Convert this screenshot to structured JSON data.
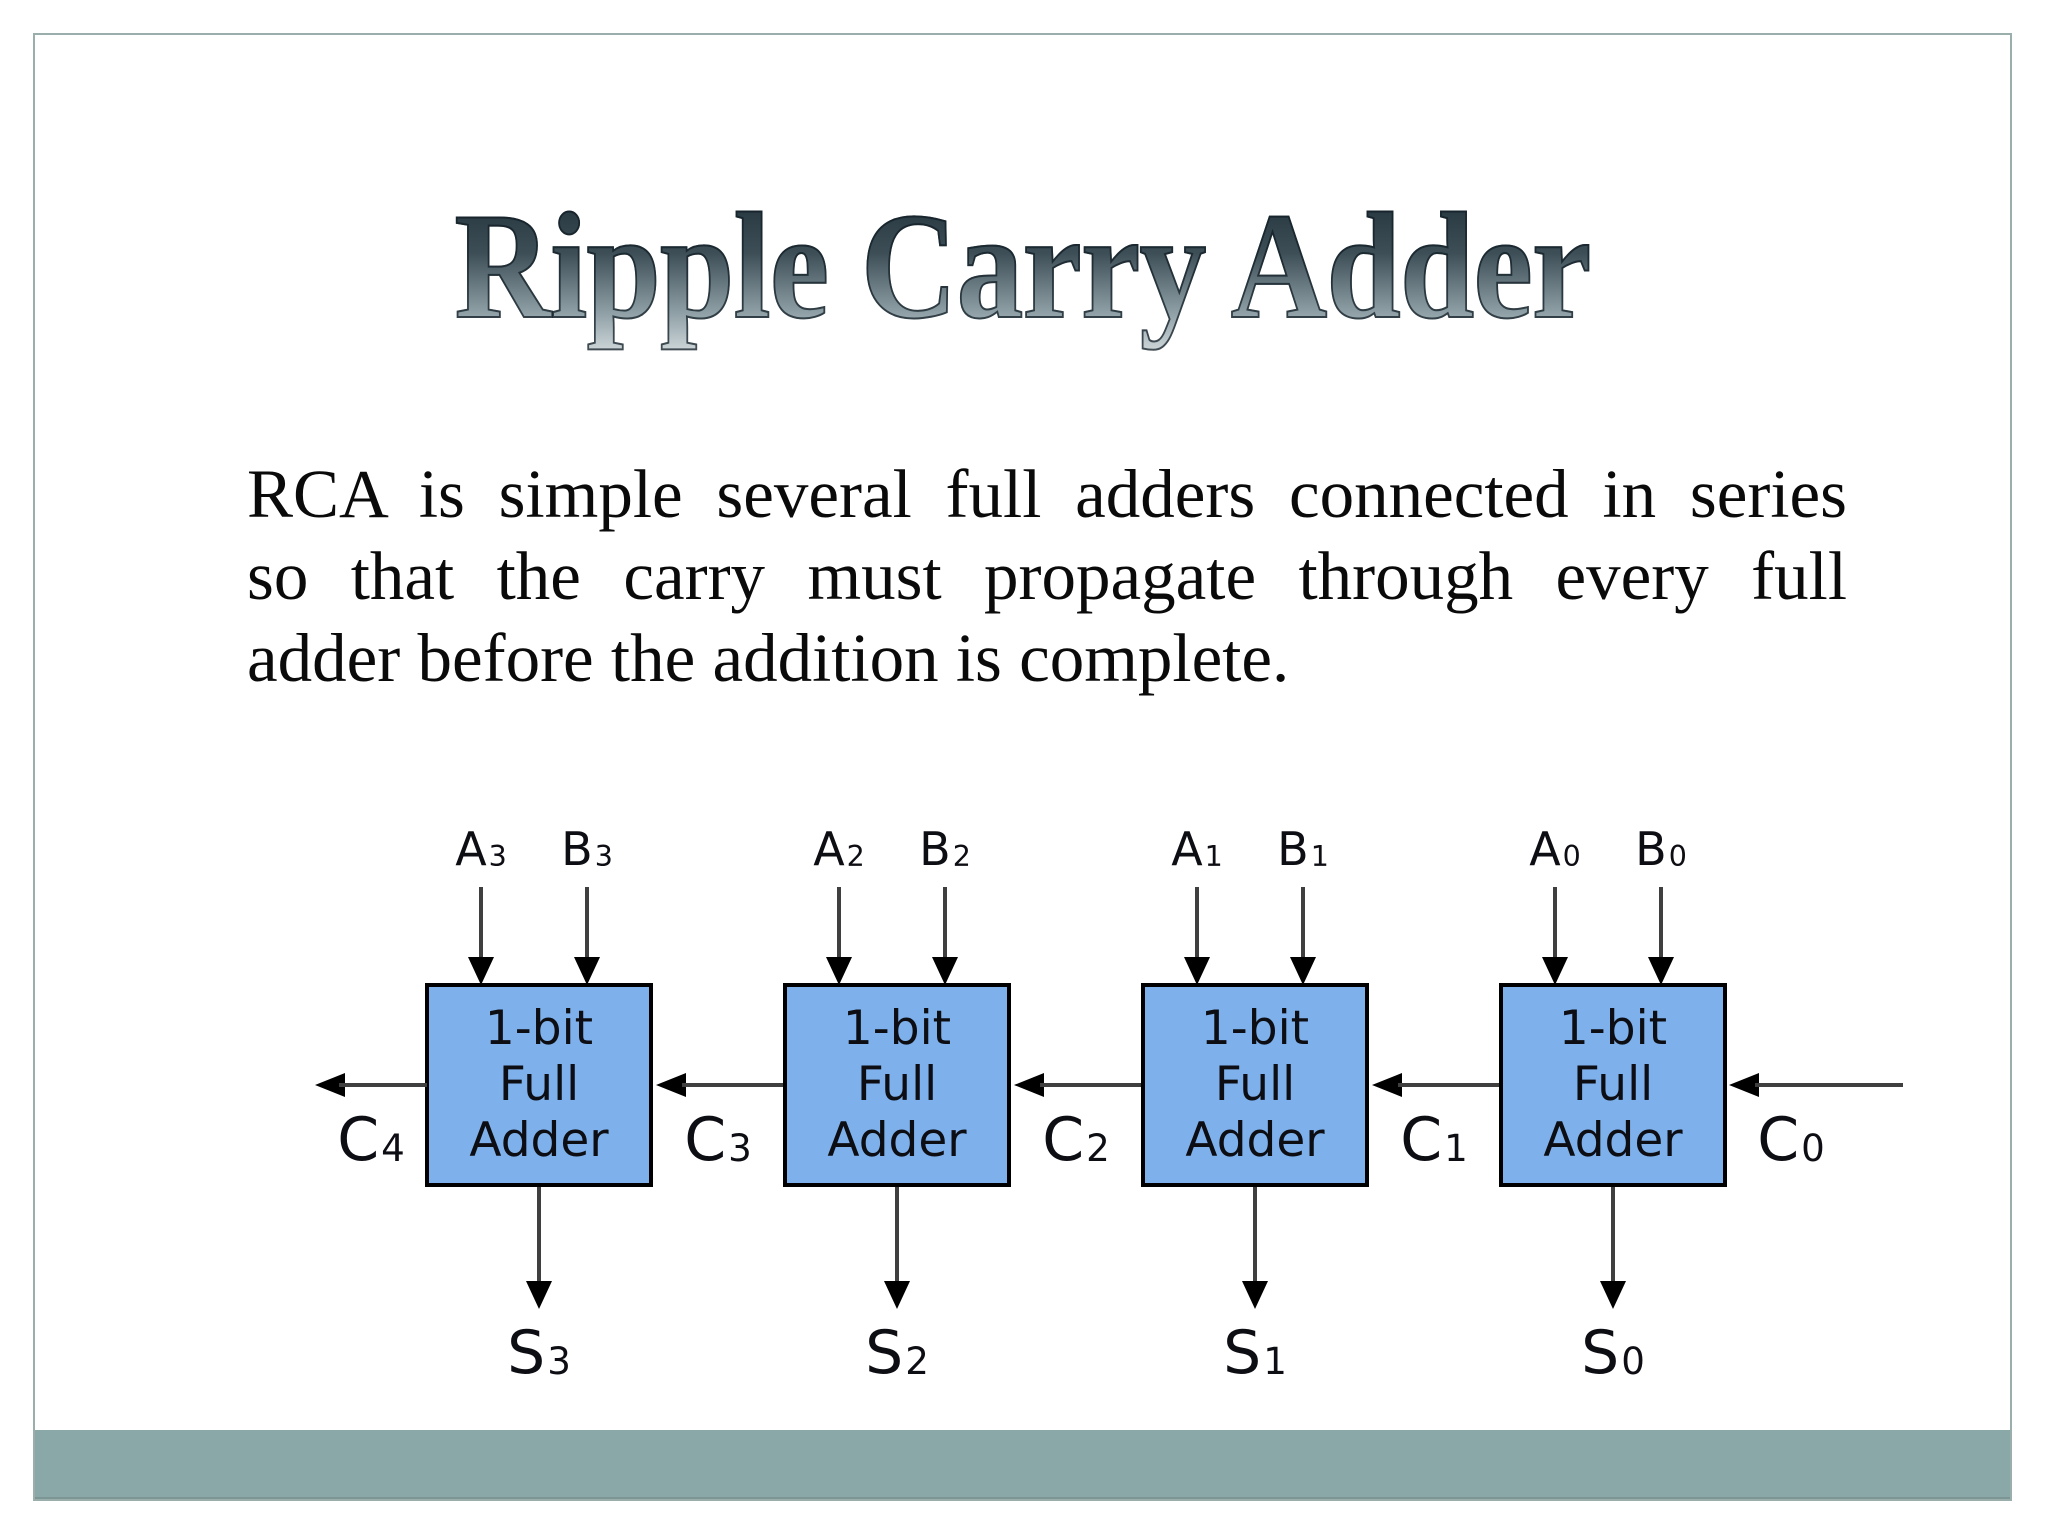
{
  "slide": {
    "title": "Ripple Carry Adder",
    "body_lines": [
      "RCA is simple several full adders connected in series",
      "so that the carry must propagate through every full",
      "adder before the addition is complete."
    ]
  },
  "diagram": {
    "box_label": {
      "line1": "1-bit",
      "line2": "Full",
      "line3": "Adder"
    },
    "stages": [
      {
        "a": "A",
        "a_sub": "3",
        "b": "B",
        "b_sub": "3",
        "s": "S",
        "s_sub": "3"
      },
      {
        "a": "A",
        "a_sub": "2",
        "b": "B",
        "b_sub": "2",
        "s": "S",
        "s_sub": "2"
      },
      {
        "a": "A",
        "a_sub": "1",
        "b": "B",
        "b_sub": "1",
        "s": "S",
        "s_sub": "1"
      },
      {
        "a": "A",
        "a_sub": "0",
        "b": "B",
        "b_sub": "0",
        "s": "S",
        "s_sub": "0"
      }
    ],
    "carries": [
      {
        "base": "C",
        "sub": "4"
      },
      {
        "base": "C",
        "sub": "3"
      },
      {
        "base": "C",
        "sub": "2"
      },
      {
        "base": "C",
        "sub": "1"
      },
      {
        "base": "C",
        "sub": "0"
      }
    ]
  },
  "colors": {
    "box_fill": "#7eb1eb",
    "footer_band": "#8ba8a8",
    "frame_border": "#9aafac",
    "title_gradient_top": "#1e2e36",
    "title_gradient_bottom": "#ccd5d8"
  }
}
